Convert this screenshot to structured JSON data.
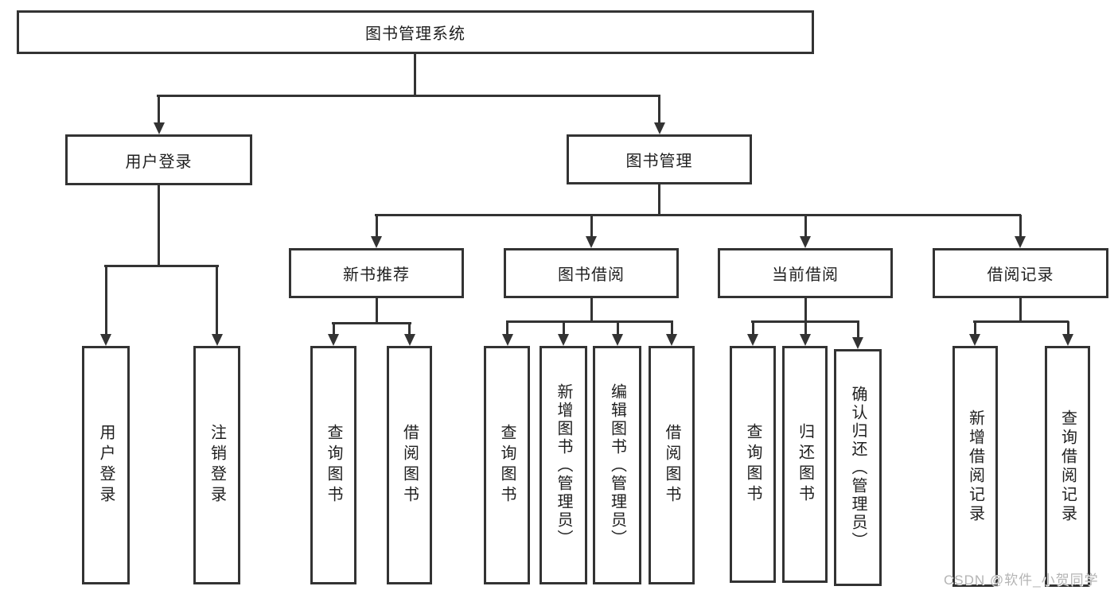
{
  "diagram": {
    "type": "tree",
    "root": "图书管理系统",
    "branches": [
      {
        "label": "用户登录",
        "children": [
          {
            "label": "用户登录"
          },
          {
            "label": "注销登录"
          }
        ]
      },
      {
        "label": "图书管理",
        "children": [
          {
            "label": "新书推荐",
            "children": [
              {
                "label": "查询图书"
              },
              {
                "label": "借阅图书"
              }
            ]
          },
          {
            "label": "图书借阅",
            "children": [
              {
                "label": "查询图书"
              },
              {
                "label": "新增图书（管理员）"
              },
              {
                "label": "编辑图书（管理员）"
              },
              {
                "label": "借阅图书"
              }
            ]
          },
          {
            "label": "当前借阅",
            "children": [
              {
                "label": "查询图书"
              },
              {
                "label": "归还图书"
              },
              {
                "label": "确认归还（管理员）"
              }
            ]
          },
          {
            "label": "借阅记录",
            "children": [
              {
                "label": "新增借阅记录"
              },
              {
                "label": "查询借阅记录"
              }
            ]
          }
        ]
      }
    ]
  },
  "watermark": {
    "text": "CSDN @软件_小贺同学"
  },
  "colors": {
    "line": "#333333",
    "text": "#1f1f1f",
    "background": "#ffffff",
    "watermark": "#b4b4b4"
  }
}
